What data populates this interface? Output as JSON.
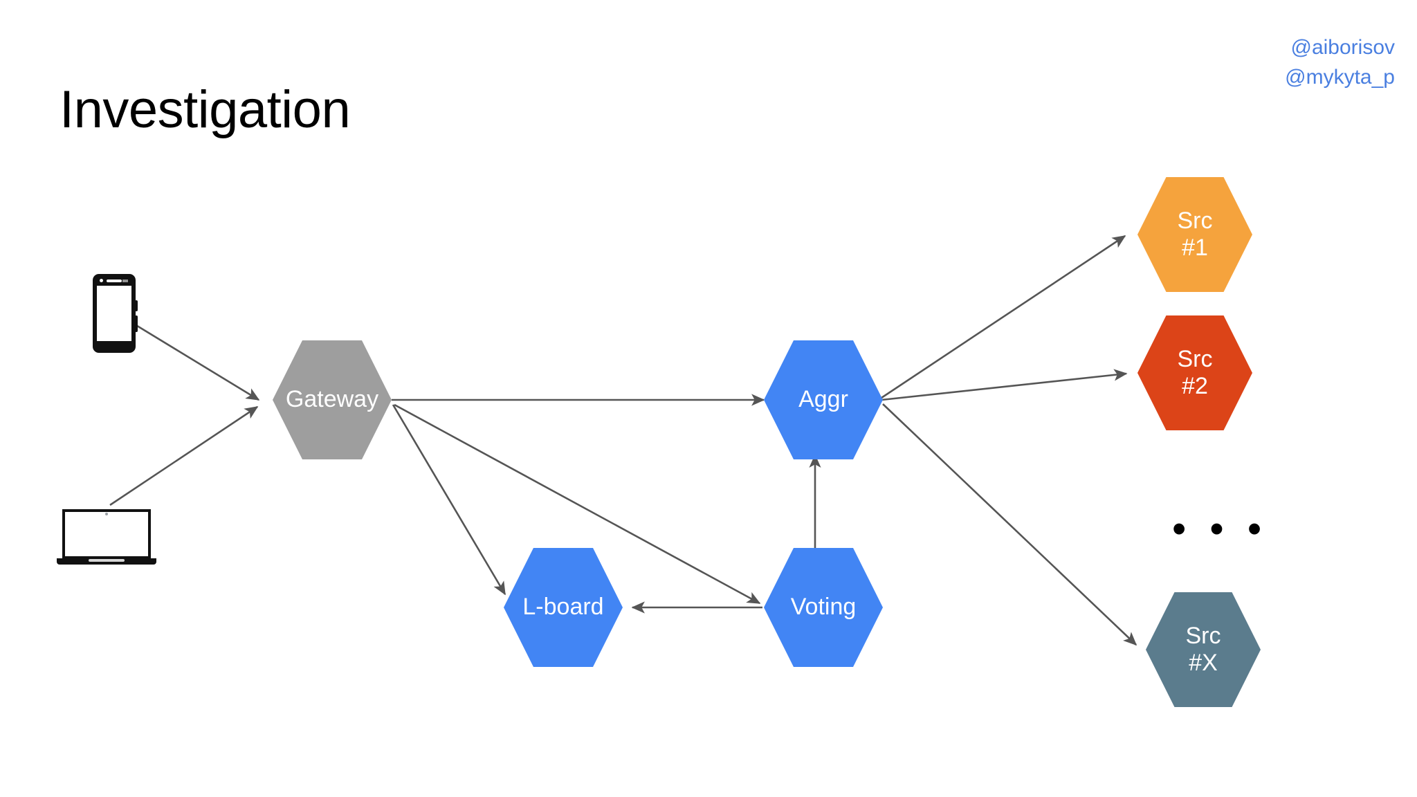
{
  "slide": {
    "title": "Investigation",
    "background_color": "#ffffff"
  },
  "handles": {
    "color": "#4a7fe0",
    "items": [
      {
        "label": "@aiborisov"
      },
      {
        "label": "@mykyta_p"
      }
    ]
  },
  "diagram": {
    "ellipsis": "• • •",
    "devices": [
      {
        "name": "smartphone",
        "label": ""
      },
      {
        "name": "laptop",
        "label": ""
      }
    ],
    "nodes": [
      {
        "id": "gateway",
        "label": "Gateway",
        "color": "#9e9e9e",
        "text_color": "#ffffff"
      },
      {
        "id": "aggr",
        "label": "Aggr",
        "color": "#4285f4",
        "text_color": "#ffffff"
      },
      {
        "id": "lboard",
        "label": "L-board",
        "color": "#4285f4",
        "text_color": "#ffffff"
      },
      {
        "id": "voting",
        "label": "Voting",
        "color": "#4285f4",
        "text_color": "#ffffff"
      },
      {
        "id": "src1",
        "label": "Src\n#1",
        "color": "#f5a33d",
        "text_color": "#ffffff"
      },
      {
        "id": "src2",
        "label": "Src\n#2",
        "color": "#dc4418",
        "text_color": "#ffffff"
      },
      {
        "id": "srcx",
        "label": "Src\n#X",
        "color": "#5b7c8d",
        "text_color": "#ffffff"
      }
    ],
    "edges": [
      {
        "from": "smartphone",
        "to": "gateway"
      },
      {
        "from": "laptop",
        "to": "gateway"
      },
      {
        "from": "gateway",
        "to": "aggr"
      },
      {
        "from": "gateway",
        "to": "lboard"
      },
      {
        "from": "gateway",
        "to": "voting"
      },
      {
        "from": "voting",
        "to": "lboard"
      },
      {
        "from": "voting",
        "to": "aggr"
      },
      {
        "from": "aggr",
        "to": "src1"
      },
      {
        "from": "aggr",
        "to": "src2"
      },
      {
        "from": "aggr",
        "to": "srcx"
      }
    ],
    "edge_color": "#555555"
  }
}
